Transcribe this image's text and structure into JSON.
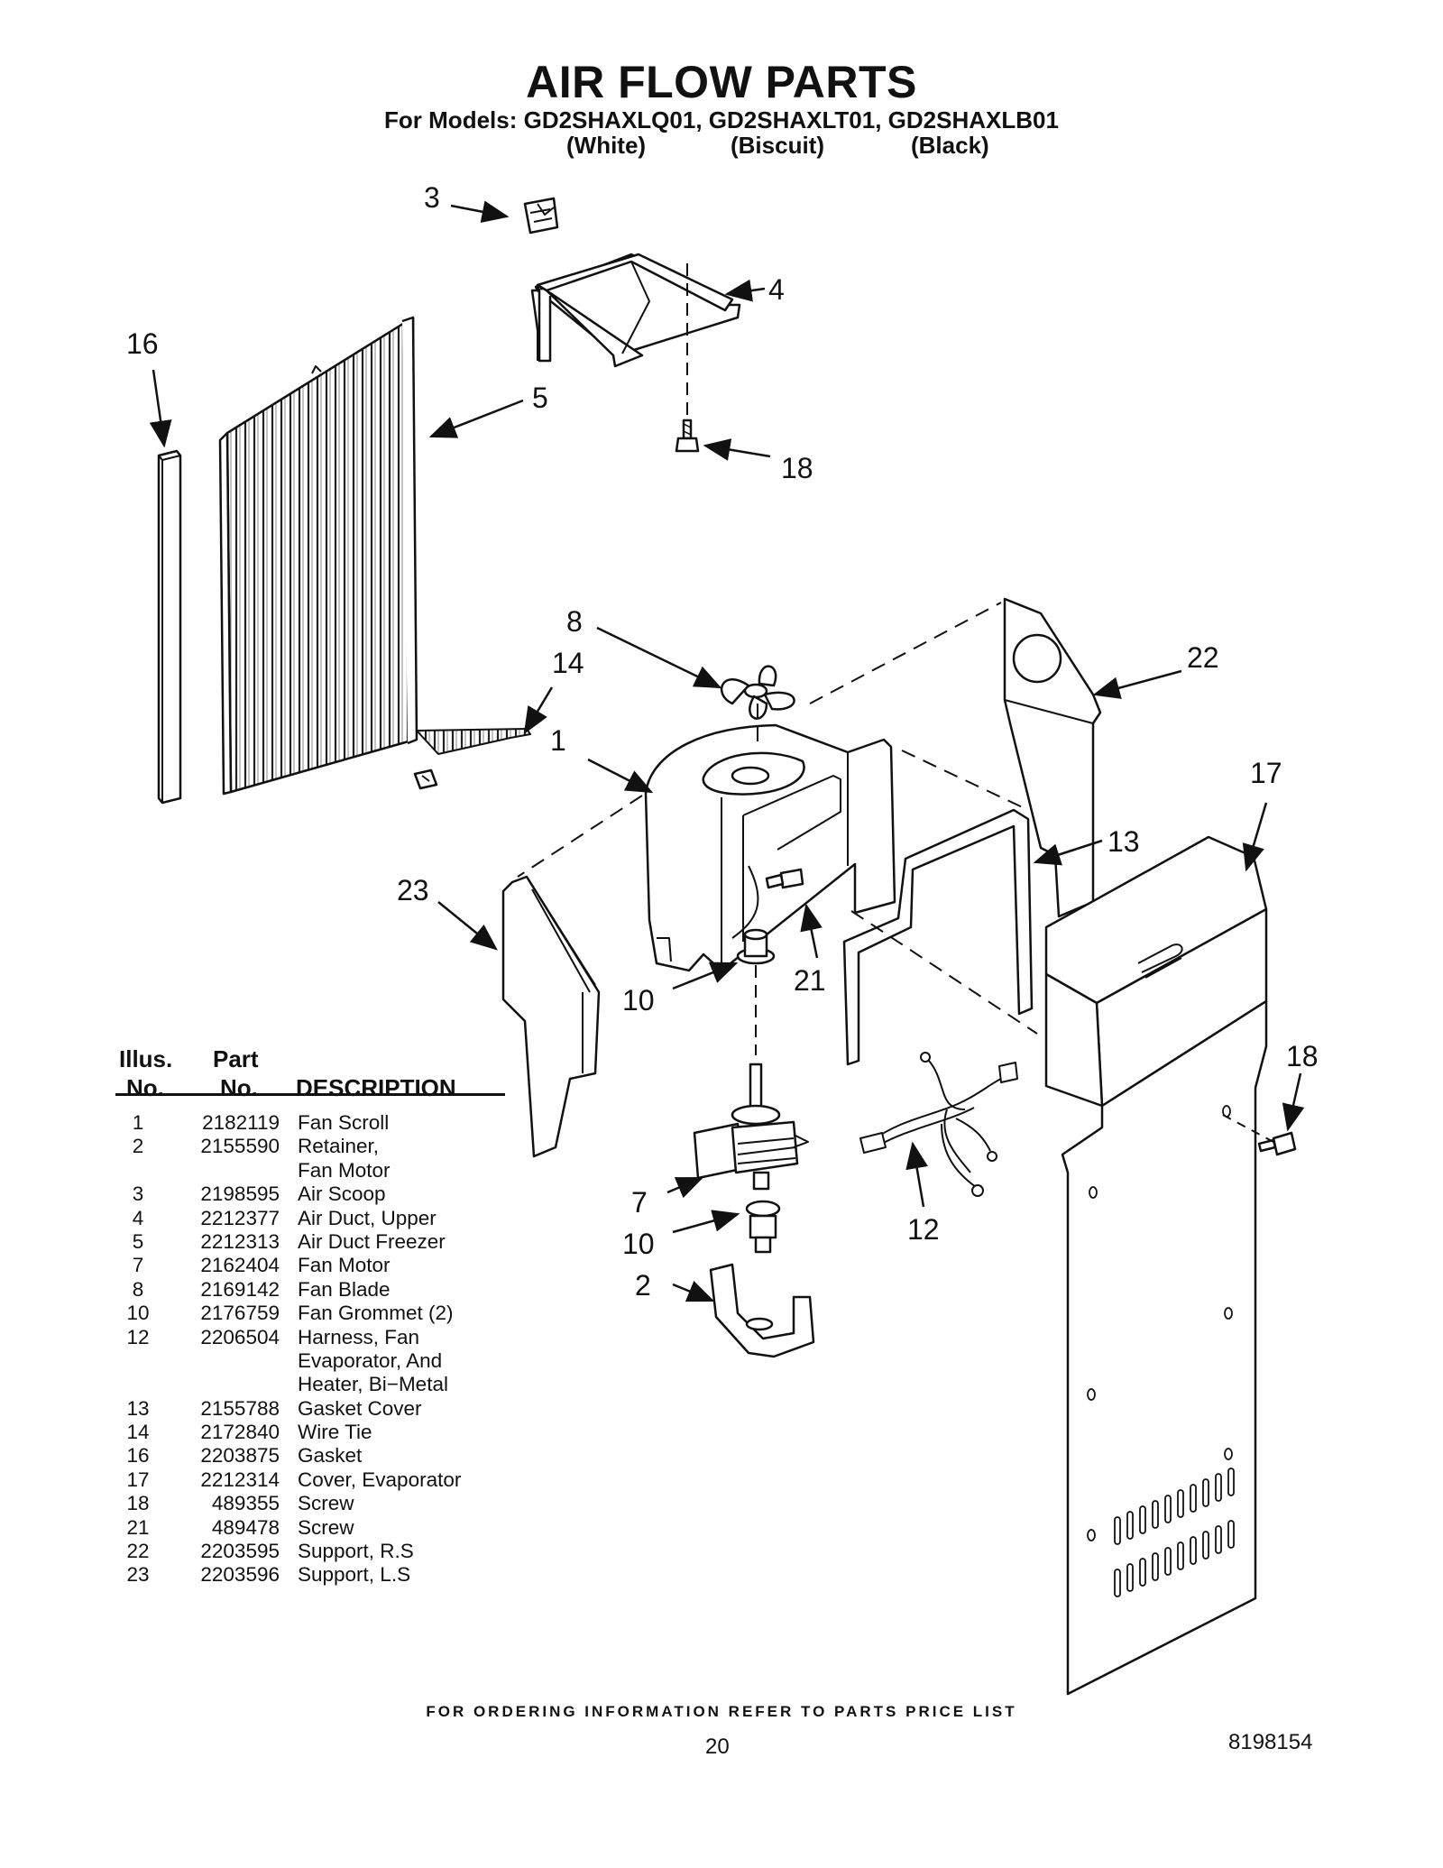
{
  "header": {
    "title": "AIR FLOW PARTS",
    "models_line": "For Models: GD2SHAXLQ01, GD2SHAXLT01, GD2SHAXLB01",
    "color_white": "(White)",
    "color_biscuit": "(Biscuit)",
    "color_black": "(Black)"
  },
  "callouts": {
    "c1": "1",
    "c2": "2",
    "c3": "3",
    "c4": "4",
    "c5": "5",
    "c7": "7",
    "c8": "8",
    "c10a": "10",
    "c10b": "10",
    "c12": "12",
    "c13": "13",
    "c14": "14",
    "c16": "16",
    "c17": "17",
    "c18a": "18",
    "c18b": "18",
    "c21": "21",
    "c22": "22",
    "c23": "23"
  },
  "parts_table": {
    "col_illus_1": "Illus.",
    "col_illus_2": "No.",
    "col_part_1": "Part",
    "col_part_2": "No.",
    "col_desc": "DESCRIPTION",
    "rows": [
      {
        "illus": "1",
        "part": "2182119",
        "desc": "Fan Scroll"
      },
      {
        "illus": "2",
        "part": "2155590",
        "desc": "Retainer,",
        "desc2": "Fan Motor"
      },
      {
        "illus": "3",
        "part": "2198595",
        "desc": "Air Scoop"
      },
      {
        "illus": "4",
        "part": "2212377",
        "desc": "Air Duct, Upper"
      },
      {
        "illus": "5",
        "part": "2212313",
        "desc": "Air Duct Freezer"
      },
      {
        "illus": "7",
        "part": "2162404",
        "desc": "Fan Motor"
      },
      {
        "illus": "8",
        "part": "2169142",
        "desc": "Fan Blade"
      },
      {
        "illus": "10",
        "part": "2176759",
        "desc": "Fan Grommet (2)"
      },
      {
        "illus": "12",
        "part": "2206504",
        "desc": "Harness, Fan",
        "desc2": "Evaporator, And",
        "desc3": "Heater, Bi−Metal"
      },
      {
        "illus": "13",
        "part": "2155788",
        "desc": "Gasket Cover"
      },
      {
        "illus": "14",
        "part": "2172840",
        "desc": "Wire Tie"
      },
      {
        "illus": "16",
        "part": "2203875",
        "desc": "Gasket"
      },
      {
        "illus": "17",
        "part": "2212314",
        "desc": "Cover, Evaporator"
      },
      {
        "illus": "18",
        "part": "489355",
        "desc": "Screw"
      },
      {
        "illus": "21",
        "part": "489478",
        "desc": "Screw"
      },
      {
        "illus": "22",
        "part": "2203595",
        "desc": "Support, R.S"
      },
      {
        "illus": "23",
        "part": "2203596",
        "desc": "Support, L.S"
      }
    ]
  },
  "footer": {
    "ordering_note": "FOR ORDERING INFORMATION REFER TO PARTS PRICE LIST",
    "page_number": "20",
    "document_number": "8198154"
  }
}
